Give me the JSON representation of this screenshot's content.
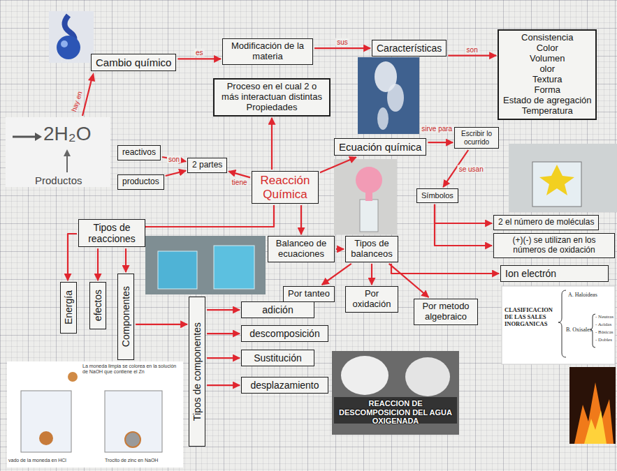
{
  "diagram": {
    "nodes": [
      {
        "text": [
          "Cambio químico"
        ]
      },
      {
        "text": [
          "Modificación de la materia"
        ]
      },
      {
        "text": [
          "Características"
        ]
      },
      {
        "text": [
          "Consistencia",
          "Color",
          "Volumen",
          "olor",
          "Textura",
          "Forma",
          "Estado de agregación",
          "Temperatura"
        ]
      },
      {
        "text": [
          "Proceso en el cual 2 o más interactuan distintas",
          "Propiedades"
        ]
      },
      {
        "text": [
          "reactivos"
        ]
      },
      {
        "text": [
          "productos"
        ]
      },
      {
        "text": [
          "2 partes"
        ]
      },
      {
        "text": [
          "Reacción Química"
        ]
      },
      {
        "text": [
          "Ecuación química"
        ]
      },
      {
        "text": [
          "Escribir lo ocurrido"
        ]
      },
      {
        "text": [
          "Símbolos"
        ]
      },
      {
        "text": [
          "2 el número de moléculas"
        ]
      },
      {
        "text": [
          "(+)(-) se utilizan en los números de oxidación"
        ]
      },
      {
        "text": [
          "Ion electrón"
        ]
      },
      {
        "text": [
          "Tipos de reacciones"
        ]
      },
      {
        "text": [
          "Balanceo de ecuaciones"
        ]
      },
      {
        "text": [
          "Tipos de balanceos"
        ]
      },
      {
        "text": [
          "Por tanteo"
        ]
      },
      {
        "text": [
          "Por oxidación"
        ]
      },
      {
        "text": [
          "Por metodo algebraico"
        ]
      },
      {
        "text": [
          "Energía"
        ]
      },
      {
        "text": [
          "efectos"
        ]
      },
      {
        "text": [
          "Componentes"
        ]
      },
      {
        "text": [
          "Tipos de componentes"
        ]
      },
      {
        "text": [
          "adición"
        ]
      },
      {
        "text": [
          "descomposición"
        ]
      },
      {
        "text": [
          "Sustitución"
        ]
      },
      {
        "text": [
          "desplazamiento"
        ]
      }
    ],
    "edges": [
      {
        "from": 0,
        "to": 1,
        "label": "es",
        "arrow": "to"
      },
      {
        "from": 1,
        "to": 2,
        "label": "sus",
        "arrow": "to"
      },
      {
        "from": 2,
        "to": 3,
        "label": "son",
        "arrow": "to"
      },
      {
        "from": 8,
        "to": 4,
        "arrow": "to"
      },
      {
        "from": 8,
        "to": 7,
        "label": "tiene",
        "arrow": "to"
      },
      {
        "from": 5,
        "to": 7,
        "label": "son",
        "arrow": "to"
      },
      {
        "from": 6,
        "to": 7,
        "arrow": "to"
      },
      {
        "from": 8,
        "to": 9,
        "arrow": "to"
      },
      {
        "from": 9,
        "to": 10,
        "label": "sirve para",
        "arrow": "to"
      },
      {
        "from": 10,
        "to": 11,
        "label": "se usan",
        "arrow": "to"
      },
      {
        "from": 11,
        "to": 12,
        "arrow": "to"
      },
      {
        "from": 11,
        "to": 13,
        "arrow": "to"
      },
      {
        "from": 8,
        "to": 15,
        "arrow": "to"
      },
      {
        "from": 8,
        "to": 16,
        "arrow": "to"
      },
      {
        "from": 16,
        "to": 17,
        "arrow": "to"
      },
      {
        "from": 17,
        "to": 18,
        "arrow": "to"
      },
      {
        "from": 17,
        "to": 19,
        "arrow": "to"
      },
      {
        "from": 17,
        "to": 20,
        "arrow": "to"
      },
      {
        "from": 17,
        "to": 14,
        "arrow": "to"
      },
      {
        "from": 15,
        "to": 21,
        "arrow": "to"
      },
      {
        "from": 15,
        "to": 22,
        "arrow": "to"
      },
      {
        "from": 15,
        "to": 23,
        "arrow": "to"
      },
      {
        "from": 23,
        "to": 24,
        "arrow": "to"
      },
      {
        "from": 24,
        "to": 25,
        "arrow": "to"
      },
      {
        "from": 24,
        "to": 26,
        "arrow": "to"
      },
      {
        "from": 24,
        "to": 27,
        "arrow": "to"
      },
      {
        "from": 24,
        "to": 28,
        "arrow": "to"
      }
    ],
    "labels": [
      "hay en",
      "2H₂O",
      "Productos",
      "CLASIFICACION DE LAS SALES INORGANICAS",
      "A. Haloideas",
      "B. Oxisales",
      "- Neutras",
      "- Acidas",
      "- Básicas",
      "- Dobles",
      "REACCION DE DESCOMPOSICION DEL AGUA OXIGENADA",
      "La moneda limpia se colorea en la solución de NaOH que contiene el Zn",
      "vado de la moneda en HCl",
      "Trocito de zinc en NaOH"
    ]
  }
}
